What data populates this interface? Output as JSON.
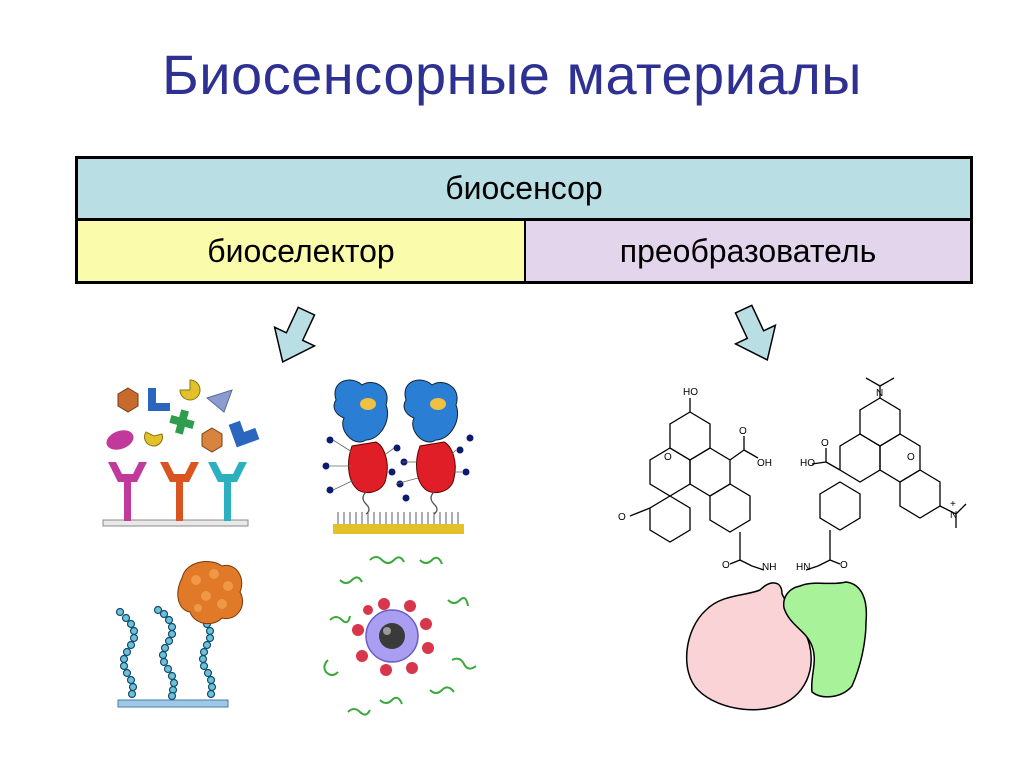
{
  "title": "Биосенсорные материалы",
  "table": {
    "header": "биосенсор",
    "left": "биоселектор",
    "right": "преобразователь"
  },
  "chem_labels": {
    "ho": "HO",
    "oh": "OH",
    "o_left": "O",
    "o_ring_left": "O",
    "o_acid_left": "O",
    "nh": "NH",
    "hn": "HN",
    "o_amide_left": "O",
    "o_amide_right": "O",
    "ho_right": "HO",
    "o_acid_right": "O",
    "o_ring_right": "O",
    "n_top": "N",
    "n_right": "N",
    "plus": "+"
  },
  "colors": {
    "title": "#2e3192",
    "header_bg": "#b9dfe4",
    "left_bg": "#fbfbac",
    "right_bg": "#e3d5ec",
    "arrow": "#b9dfe4",
    "protein_pink": "#f9d3d6",
    "protein_green": "#a8f29a"
  }
}
